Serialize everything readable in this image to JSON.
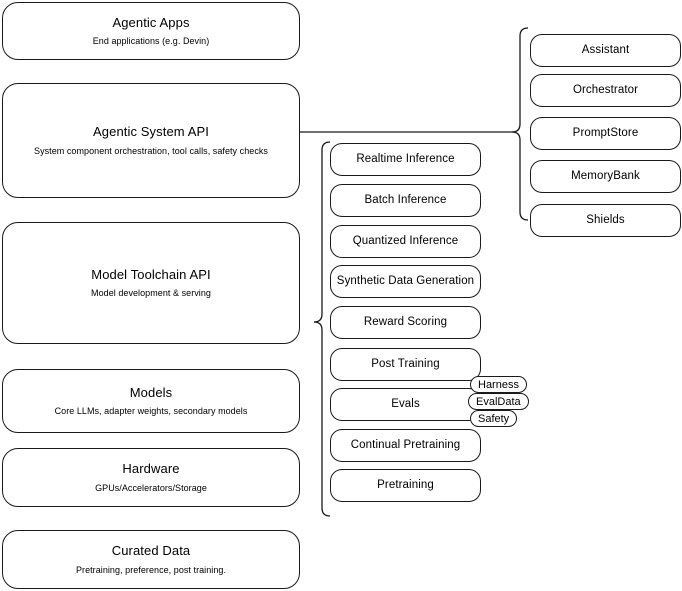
{
  "diagram": {
    "type": "layered-stack-architecture",
    "stroke_color": "#1a1a1a",
    "background_color": "#ffffff",
    "layers": [
      {
        "title": "Agentic Apps",
        "subtitle": "End applications (e.g. Devin)"
      },
      {
        "title": "Agentic System API",
        "subtitle": "System component orchestration, tool calls, safety checks"
      },
      {
        "title": "Model Toolchain API",
        "subtitle": "Model development & serving"
      },
      {
        "title": "Models",
        "subtitle": "Core LLMs, adapter weights, secondary models"
      },
      {
        "title": "Hardware",
        "subtitle": "GPUs/Accelerators/Storage"
      },
      {
        "title": "Curated Data",
        "subtitle": "Pretraining, preference, post training."
      }
    ],
    "toolchain_capabilities": [
      {
        "title": "Realtime Inference"
      },
      {
        "title": "Batch Inference"
      },
      {
        "title": "Quantized Inference"
      },
      {
        "title": "Synthetic Data Generation"
      },
      {
        "title": "Reward Scoring"
      },
      {
        "title": "Post Training"
      },
      {
        "title": "Evals"
      },
      {
        "title": "Continual Pretraining"
      },
      {
        "title": "Pretraining"
      }
    ],
    "agentic_system_components": [
      {
        "title": "Assistant"
      },
      {
        "title": "Orchestrator"
      },
      {
        "title": "PromptStore"
      },
      {
        "title": "MemoryBank"
      },
      {
        "title": "Shields"
      }
    ],
    "eval_pills": [
      {
        "title": "Harness"
      },
      {
        "title": "EvalData"
      },
      {
        "title": "Safety"
      }
    ]
  }
}
